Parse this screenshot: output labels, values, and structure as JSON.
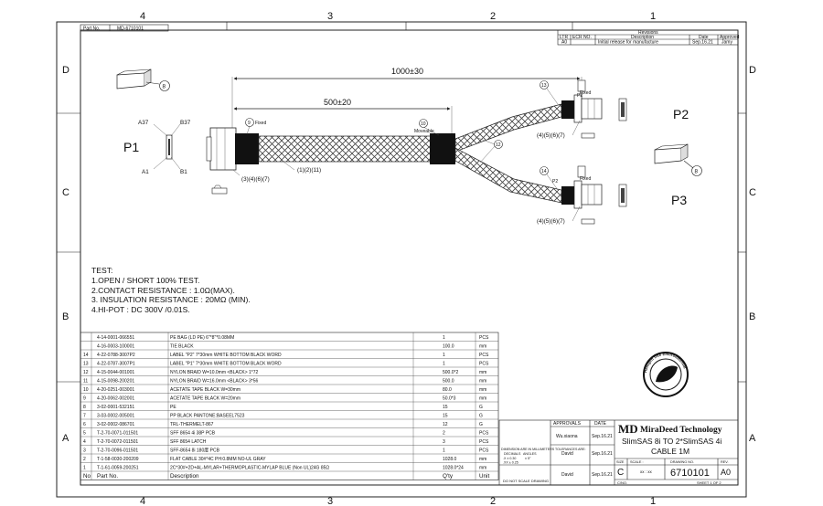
{
  "border": {
    "columns_top": [
      "4",
      "3",
      "2",
      "1"
    ],
    "columns_bottom": [
      "4",
      "3",
      "2",
      "1"
    ],
    "rows_left": [
      "D",
      "C",
      "B",
      "A"
    ],
    "rows_right": [
      "D",
      "C",
      "B",
      "A"
    ]
  },
  "part_no_box": {
    "label": "Part No.",
    "value": "MD-6710101"
  },
  "revisions": {
    "title": "Revisions",
    "headers": [
      "LTR",
      "ECR NO.",
      "Description",
      "Date",
      "Approved"
    ],
    "row": [
      "A0",
      "",
      "Initial release for manufacture",
      "Sep.16.21",
      "Jamy"
    ]
  },
  "dimensions": {
    "overall": "1000±30",
    "split": "500±20"
  },
  "labels": {
    "p1": "P1",
    "p2": "P2",
    "p3": "P3",
    "a37": "A37",
    "b37": "B37",
    "a1": "A1",
    "b1": "B1",
    "fixed": "Fixed",
    "moveable": "Moveable",
    "p2_small": "P2",
    "p3_small": "P2",
    "balloons_p1": "(3)(4)(6)(7)",
    "balloons_p2": "(4)(5)(6)(7)",
    "balloons_p3": "(4)(5)(6)(7)",
    "braid_callout": "(1)(2)(11)",
    "callout_8": "8",
    "callout_9": "9",
    "callout_10": "10",
    "callout_12": "12",
    "callout_13": "13",
    "callout_14": "14"
  },
  "test": {
    "title": "TEST:",
    "lines": [
      "1.OPEN / SHORT 100% TEST.",
      "2.CONTACT RESISTANCE : 1.0Ω(MAX).",
      "3. INSULATION RESISTANCE : 20MΩ (MIN).",
      "4.HI-POT : DC 300V /0.01S."
    ]
  },
  "bom": {
    "headers": [
      "No",
      "Part No.",
      "Description",
      "Q'ty",
      "Unit"
    ],
    "rows": [
      [
        "",
        "4-14-0001-066551",
        "PE BAG (LD PE) 6\"*8\"*0.08MM",
        "1",
        "PCS"
      ],
      [
        "",
        "4-16-0003-100001",
        "TIE BLACK",
        "100.0",
        "mm"
      ],
      [
        "14",
        "4-22-0788-3007P2",
        "LABEL \"P2\" 7*30mm WHITE BOTTOM BLACK WORD",
        "1",
        "PCS"
      ],
      [
        "13",
        "4-22-0787-3007P1",
        "LABEL \"P1\" 7*30mm WHITE BOTTOM BLACK WORD",
        "1",
        "PCS"
      ],
      [
        "12",
        "4-15-0044-001001",
        "NYLON BRAID W=10.0mm <BLACK> 1*72",
        "500.0*2",
        "mm"
      ],
      [
        "11",
        "4-15-0098-200201",
        "NYLON BRAID W=16.0mm <BLACK> 3*56",
        "500.0",
        "mm"
      ],
      [
        "10",
        "4-20-0251-003001",
        "ACETATE TAPE BLACK W=30mm",
        "80.0",
        "mm"
      ],
      [
        "9",
        "4-20-0062-002001",
        "ACETATE TAPE BLACK W=20mm",
        "50.0*3",
        "mm"
      ],
      [
        "8",
        "3-02-0001-532151",
        "PE",
        "15",
        "G"
      ],
      [
        "7",
        "3-03-0002-005001",
        "PP BLACK PANTONE:BASEEL7523",
        "15",
        "G"
      ],
      [
        "6",
        "3-02-0002-086701",
        "TRL-THERMELT-867",
        "12",
        "G"
      ],
      [
        "5",
        "T-2-70-0071-011501",
        "SFF 8654 4i 38P PCB",
        "2",
        "PCS"
      ],
      [
        "4",
        "T-2-70-0072-011501",
        "SFF 8654 LATCH",
        "3",
        "PCS"
      ],
      [
        "3",
        "T-2-70-0096-011501",
        "SFF-8654 8i 180度 PCB",
        "1",
        "PCS"
      ],
      [
        "2",
        "T-1-58-0030-200209",
        "FLAT CABLE 30#*4C PH:0.8MM NO-UL GRAY",
        "1028.0",
        "mm"
      ],
      [
        "1",
        "T-1-61-0059-200251",
        "2C*30#+2D+AL-MYLAR+THERMOPLASTIC-MYLAP BLUE (Non UL)24G 85Ω",
        "1028.0*24",
        "mm"
      ]
    ]
  },
  "title_block": {
    "approvals": "APPROVALS",
    "date": "DATE",
    "approver_top": "Wu.xiaona",
    "approver_mid": "David",
    "approver_bot": "David",
    "date_top": "Sep.16.21",
    "date_mid": "Sep.16.21",
    "date_bot": "Sep.16.21",
    "dim_note": "DIMENSION ARE IN MILLIMETERS TOLERANCES ARE:",
    "decimals": "DECIMALS",
    "angles": "ANGLES",
    "tol1": ".X  ± 0.30",
    "tol2": ".XX ± 0.25",
    "tol_ang": "± 5°",
    "no_scale": "DO NOT SCALE DRAWING",
    "logo_md": "MD",
    "company": "MiraDeed Technology",
    "title_line1": "SlimSAS 8i  TO  2*SlimSAS 4i",
    "title_line2": "CABLE  1M",
    "size_label": "SIZE",
    "scale_label": "SCALE :",
    "drawing_no_label": "DRAWING NO.",
    "rev_label": "REV.",
    "size": "C",
    "scale": "xx : xx",
    "drawing_no": "6710101",
    "rev": "A0",
    "cno": "C/NO.",
    "sheet": "SHEET  1  OF  2"
  },
  "stamp": {
    "text": "Halogen free Environmental"
  }
}
